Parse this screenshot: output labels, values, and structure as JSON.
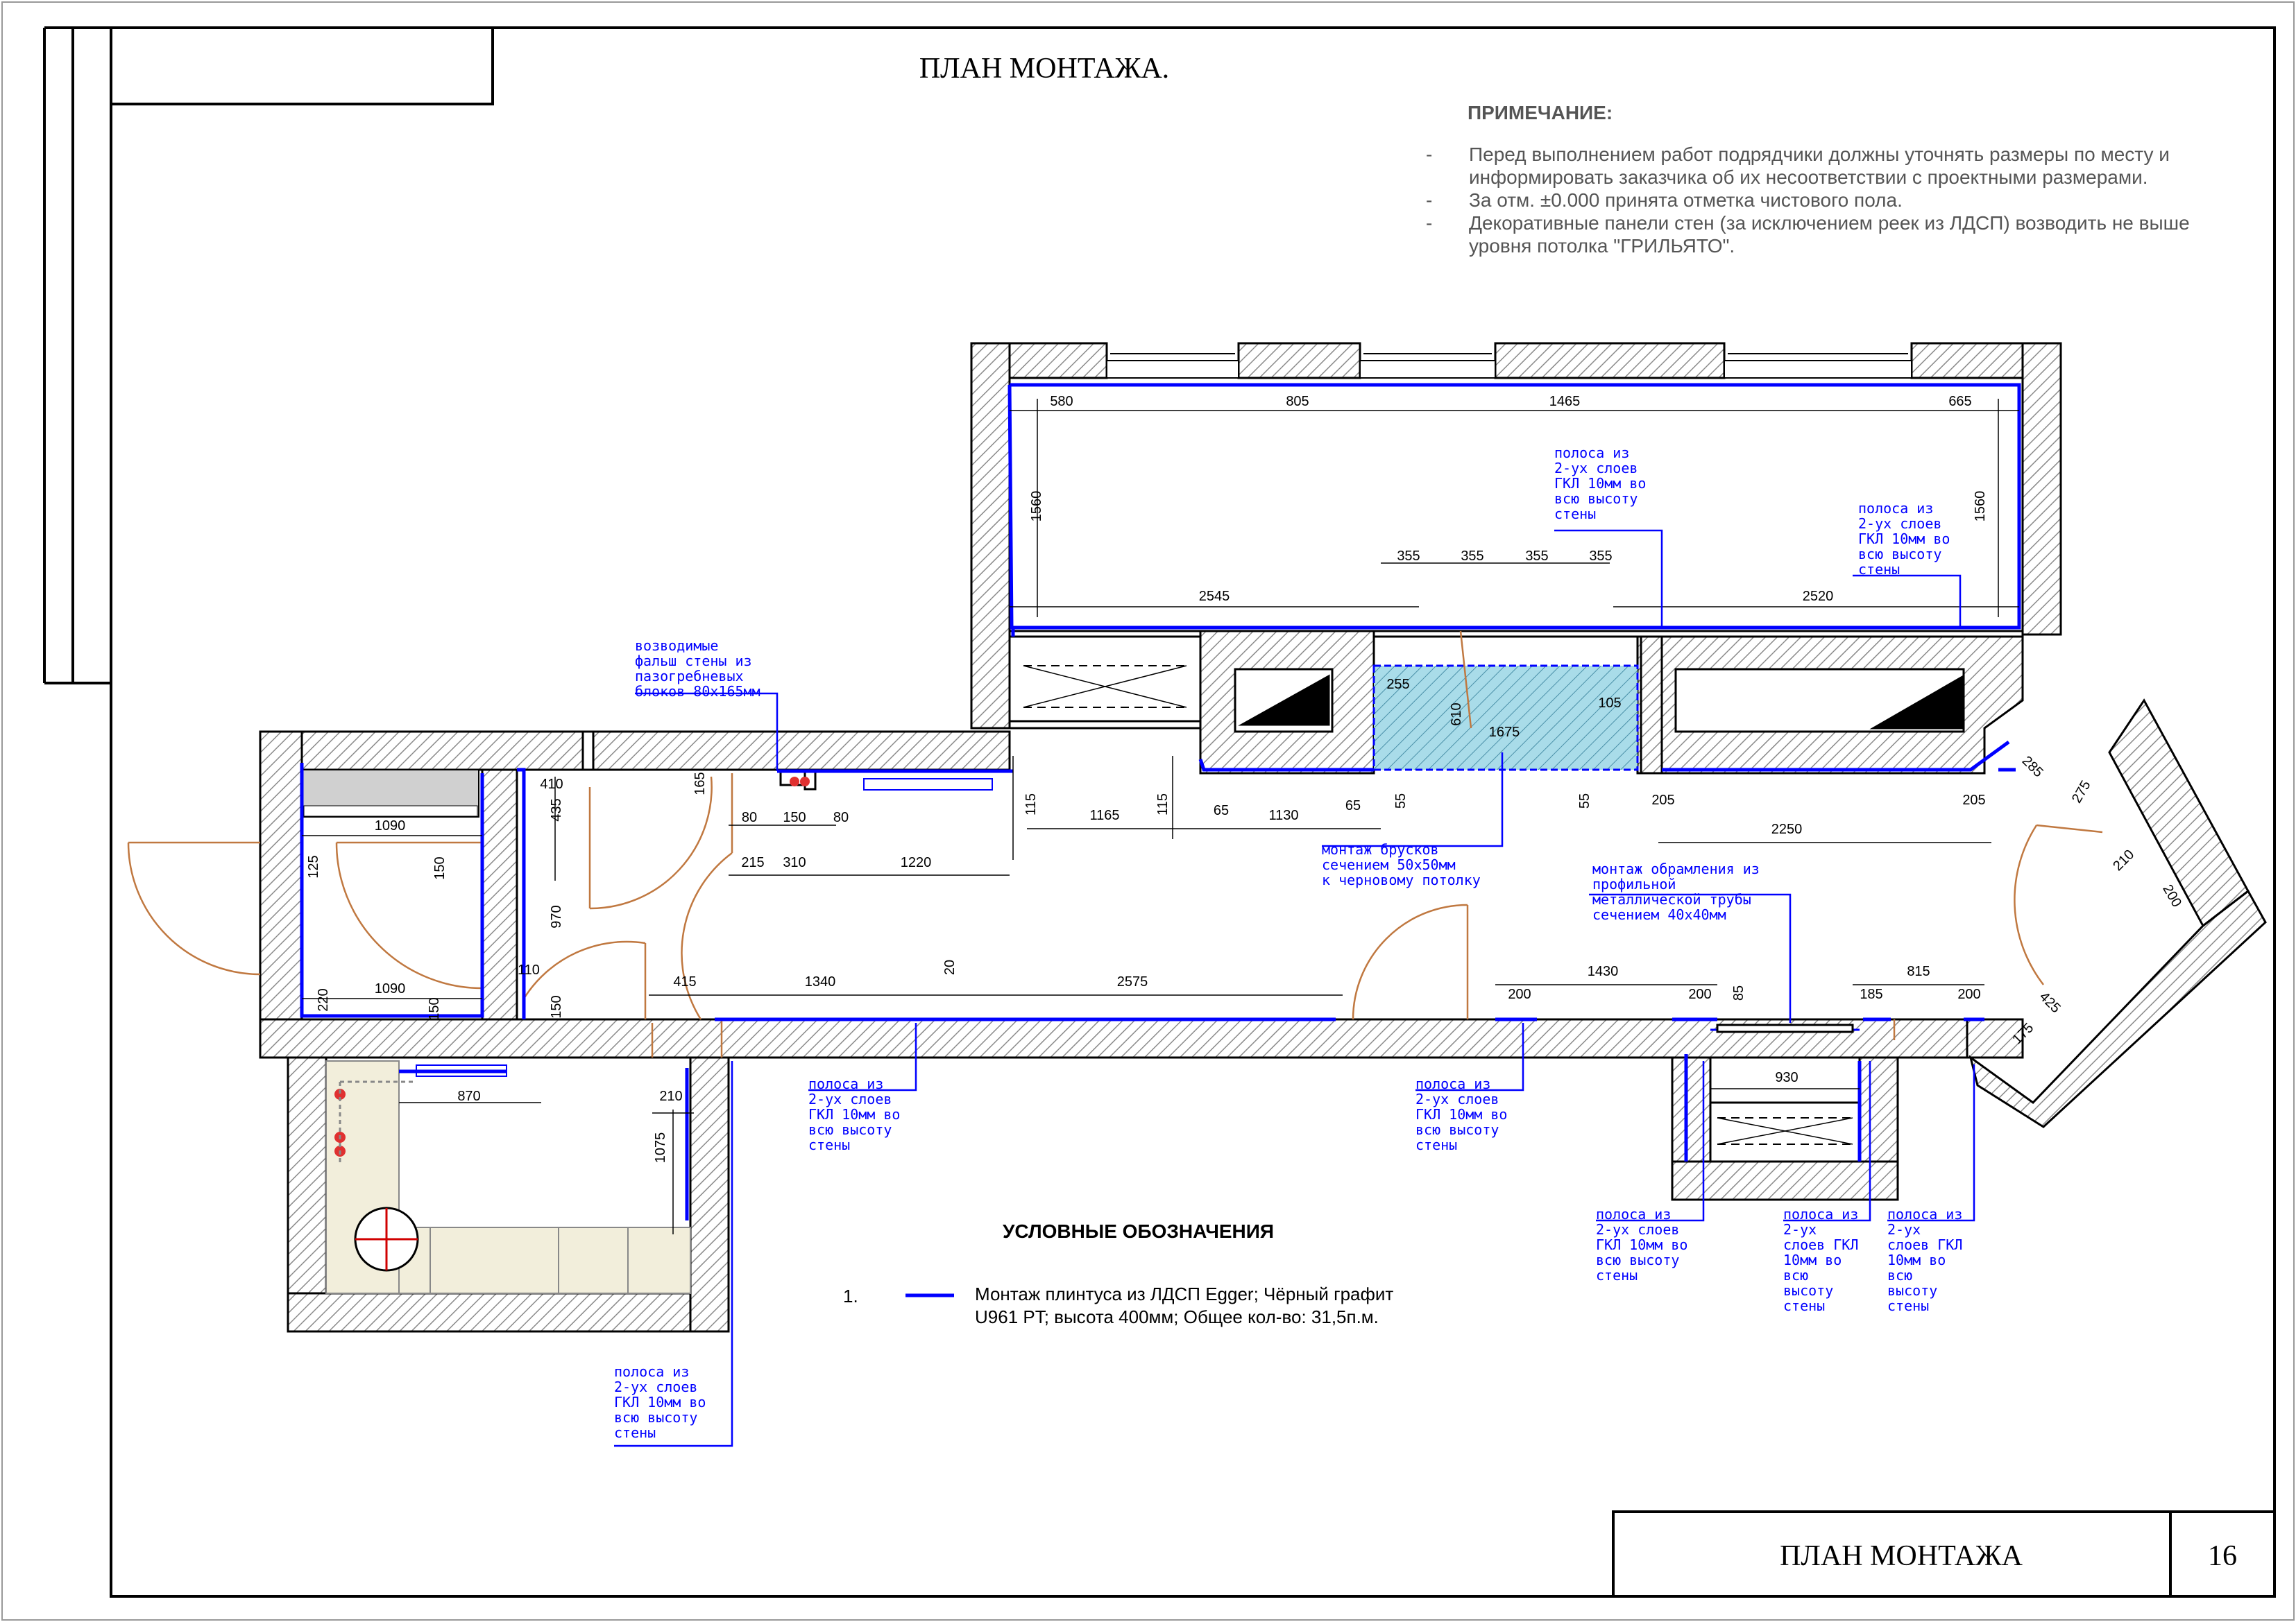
{
  "sheet": {
    "title": "ПЛАН МОНТАЖА.",
    "stamp_title": "ПЛАН МОНТАЖА",
    "page_number": "16"
  },
  "notes": {
    "heading": "ПРИМЕЧАНИЕ:",
    "items": [
      {
        "bullet": "-",
        "lines": [
          "Перед выполнением работ подрядчики должны уточнять размеры по месту и",
          "информировать заказчика об их несоответствии с проектными размерами."
        ]
      },
      {
        "bullet": "-",
        "lines": [
          "За отм. ±0.000 принята отметка чистового пола."
        ]
      },
      {
        "bullet": "-",
        "lines": [
          "Декоративные панели стен (за исключением реек из ЛДСП) возводить не выше",
          "уровня потолка \"ГРИЛЬЯТО\"."
        ]
      }
    ]
  },
  "legend": {
    "heading": "УСЛОВНЫЕ ОБОЗНАЧЕНИЯ",
    "item_number": "1.",
    "item_lines": [
      "Монтаж плинтуса из ЛДСП Egger; Чёрный графит",
      "U961 PT; высота 400мм; Общее кол-во: 31,5п.м."
    ]
  },
  "callouts": {
    "falshi": [
      "возводимые",
      "фальш стены из",
      "пазогребневых",
      "блоков 80х165мм"
    ],
    "gkl_4": [
      "полоса из",
      "2-ух слоев",
      "ГКЛ 10мм во",
      "всю высоту",
      "стены"
    ],
    "gkl_5": [
      "полоса из",
      "2-ух слоев",
      "ГКЛ 10мм во",
      "всю высоту",
      "стены"
    ],
    "gkl_6": [
      "полоса из",
      "2-ух",
      "слоев ГКЛ",
      "10мм во",
      "всю",
      "высоту",
      "стены"
    ],
    "gkl_7": [
      "полоса из",
      "2-ух",
      "слоев ГКЛ",
      "10мм во",
      "всю",
      "высоту",
      "стены"
    ],
    "bruski": [
      "монтаж брусков",
      "сечением 50х50мм",
      "к черновому потолку"
    ],
    "obramlenie": [
      "монтаж обрамления из",
      "профильной",
      "металлической трубы",
      "сечением 40х40мм"
    ]
  },
  "dimensions": {
    "top": [
      "580",
      "805",
      "1465",
      "665"
    ],
    "left_1560": "1560",
    "right_1560": "1560",
    "d2545": "2545",
    "d2520": "2520",
    "d355": "355",
    "d1675": "1675",
    "d610": "610",
    "d255": "255",
    "d105": "105",
    "mid": [
      "115",
      "1165",
      "115",
      "65",
      "1130",
      "65",
      "55",
      "55",
      "205",
      "205",
      "2250"
    ],
    "closet": [
      "410",
      "435",
      "165",
      "80",
      "150",
      "80",
      "215",
      "310",
      "1220"
    ],
    "bath": [
      "1090",
      "125",
      "150",
      "1090",
      "220",
      "150",
      "110",
      "150",
      "970"
    ],
    "corridor": [
      "415",
      "1340",
      "20",
      "2575",
      "200",
      "1430",
      "200",
      "85",
      "815",
      "185",
      "200"
    ],
    "bay": [
      "285",
      "275",
      "210",
      "200",
      "425",
      "175"
    ],
    "niche": "930",
    "kitchen": [
      "870",
      "210",
      "1075"
    ]
  },
  "colors": {
    "wall_hatch": "#b0b0b0",
    "skirting": "#0000ff",
    "callout": "#0000ff",
    "door": "#c07840",
    "counter": "#f2eedb",
    "cyan_zone": "#9fd6e4"
  }
}
